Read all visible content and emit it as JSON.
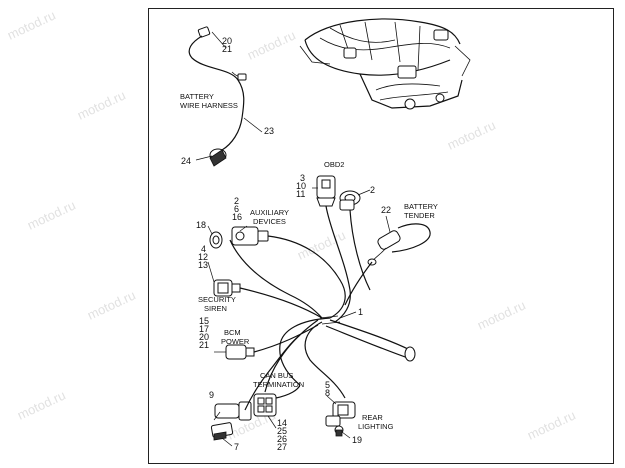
{
  "watermark": {
    "text": "motod.ru"
  },
  "labels": {
    "battery_wire_harness_1": "BATTERY",
    "battery_wire_harness_2": "WIRE HARNESS",
    "obd2": "OBD2",
    "battery_tender_1": "BATTERY",
    "battery_tender_2": "TENDER",
    "auxiliary_devices_1": "AUXILIARY",
    "auxiliary_devices_2": "DEVICES",
    "security_siren_1": "SECURITY",
    "security_siren_2": "SIREN",
    "bcm_power_1": "BCM",
    "bcm_power_2": "POWER",
    "can_bus_1": "CAN BUS",
    "can_bus_2": "TERMINATION",
    "rear_lighting_1": "REAR",
    "rear_lighting_2": "LIGHTING"
  },
  "callouts": {
    "c20a": "20",
    "c21a": "21",
    "c23": "23",
    "c24": "24",
    "c3": "3",
    "c10": "10",
    "c11": "11",
    "c2a": "2",
    "c2b": "2",
    "c6": "6",
    "c16": "16",
    "c22": "22",
    "c18": "18",
    "c4": "4",
    "c12": "12",
    "c13": "13",
    "c1": "1",
    "c15": "15",
    "c17": "17",
    "c20b": "20",
    "c21b": "21",
    "c5": "5",
    "c8": "8",
    "c9": "9",
    "c14": "14",
    "c25": "25",
    "c26": "26",
    "c27": "27",
    "c7": "7",
    "c19": "19"
  }
}
